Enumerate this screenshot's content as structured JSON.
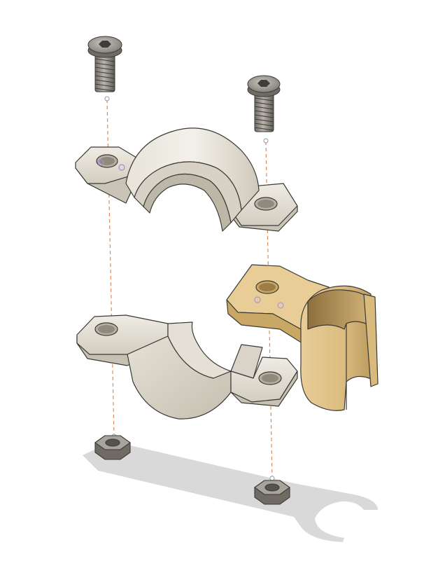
{
  "scene": {
    "description_visible_text": "",
    "colors": {
      "background": "#ffffff",
      "clamp_body": "#e9e6dc",
      "clamp_shade": "#c9c4b6",
      "clamp_dark": "#a8a293",
      "adapter": "#e2c58d",
      "adapter_shade": "#c9a866",
      "adapter_dark": "#a9884c",
      "hardware": "#7e7a72",
      "hardware_dark": "#4a4742",
      "shadow": "#d9d9d9",
      "guide_line": "#e08a55",
      "edge": "#3b3a36"
    },
    "parts": {
      "screws": 2,
      "nuts": 2,
      "clamp_halves": 2,
      "tube_adapter": 1
    }
  }
}
